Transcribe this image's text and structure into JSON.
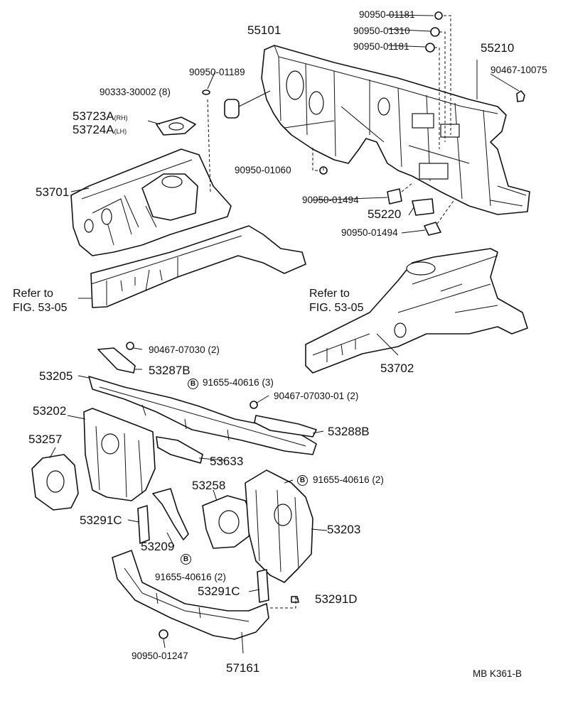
{
  "diagram": {
    "footer_code": "MB  K361-B",
    "refer_left": {
      "line1": "Refer to",
      "line2": "FIG. 53-05"
    },
    "refer_right": {
      "line1": "Refer to",
      "line2": "FIG. 53-05"
    },
    "labels": {
      "p55101": "55101",
      "p55210": "55210",
      "p90950_01181a": "90950-01181",
      "p90950_01310": "90950-01310",
      "p90950_01181b": "90950-01181",
      "p90467_10075": "90467-10075",
      "p90950_01189": "90950-01189",
      "p90333_30002": "90333-30002 (8)",
      "p53723a": "53723A",
      "p53723a_side": "(RH)",
      "p53724a": "53724A",
      "p53724a_side": "(LH)",
      "p53701": "53701",
      "p90950_01060": "90950-01060",
      "p90950_01494a": "90950-01494",
      "p55220": "55220",
      "p90950_01494b": "90950-01494",
      "p53702": "53702",
      "p90467_07030": "90467-07030 (2)",
      "p53205": "53205",
      "p53287b": "53287B",
      "p91655_40616_3": "91655-40616 (3)",
      "p90467_07030_01": "90467-07030-01 (2)",
      "p53202": "53202",
      "p53288b": "53288B",
      "p53257": "53257",
      "p53633": "53633",
      "p53258": "53258",
      "p91655_40616_2a": "91655-40616 (2)",
      "p53291c_a": "53291C",
      "p53203": "53203",
      "p53209": "53209",
      "p91655_40616_2b": "91655-40616 (2)",
      "p53291c_b": "53291C",
      "p53291d": "53291D",
      "p90950_01247": "90950-01247",
      "p57161": "57161",
      "bolt_marker": "B"
    }
  }
}
